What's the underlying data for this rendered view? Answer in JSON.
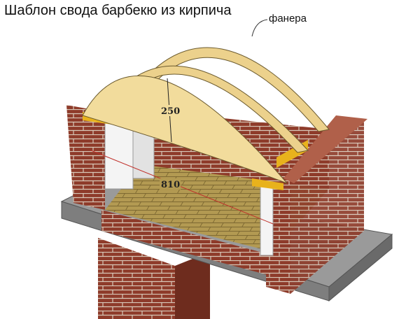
{
  "title": "Шаблон свода барбекю из кирпича",
  "labels": {
    "plywood": "фанера",
    "arch_height": "250",
    "opening_width": "810"
  },
  "colors": {
    "brick": "#8e3b2a",
    "plywood": "#f2dc9c",
    "slab": "#8a8a8a",
    "floor": "#b39a52",
    "support": "#e8b21c"
  }
}
